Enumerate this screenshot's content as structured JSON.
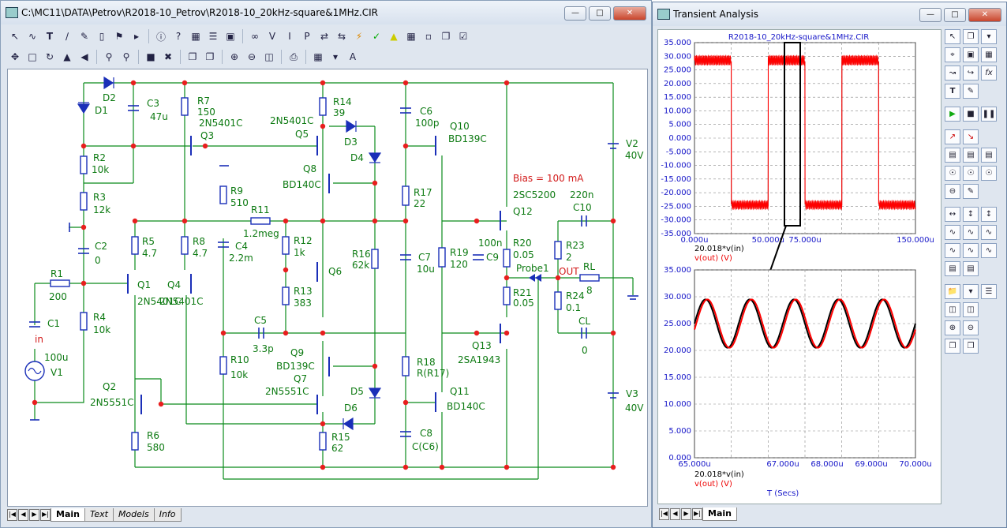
{
  "main_window": {
    "title": "C:\\MC11\\DATA\\Petrov\\R2018-10_Petrov\\R2018-10_20kHz-square&1MHz.CIR",
    "tabs": [
      "Main",
      "Text",
      "Models",
      "Info"
    ],
    "active_tab": "Main"
  },
  "schematic": {
    "components": [
      {
        "ref": "D2"
      },
      {
        "ref": "D1"
      },
      {
        "ref": "C3",
        "value": "47u"
      },
      {
        "ref": "R2",
        "value": "10k"
      },
      {
        "ref": "R3",
        "value": "12k"
      },
      {
        "ref": "C2",
        "value": "0"
      },
      {
        "ref": "R1",
        "value": "200"
      },
      {
        "ref": "R4",
        "value": "10k"
      },
      {
        "ref": "C1"
      },
      {
        "ref": "V1",
        "value": "100u"
      },
      {
        "ref": "R5",
        "value": "4.7"
      },
      {
        "ref": "Q1",
        "model": "2N5401C"
      },
      {
        "ref": "R8",
        "value": "4.7"
      },
      {
        "ref": "Q4",
        "model": "2N5401C"
      },
      {
        "ref": "R7",
        "value": "150"
      },
      {
        "ref": "Q3",
        "model": "2N5401C"
      },
      {
        "ref": "Q2",
        "model": "2N5551C"
      },
      {
        "ref": "R6",
        "value": "580"
      },
      {
        "ref": "R9",
        "value": "510"
      },
      {
        "ref": "C4",
        "value": "2.2m"
      },
      {
        "ref": "R10",
        "value": "10k"
      },
      {
        "ref": "R11",
        "value": "1.2meg"
      },
      {
        "ref": "R12",
        "value": "1k"
      },
      {
        "ref": "R13",
        "value": "383"
      },
      {
        "ref": "Q6"
      },
      {
        "ref": "C5",
        "value": "3.3p"
      },
      {
        "ref": "R14",
        "value": "39"
      },
      {
        "ref": "Q5",
        "model": "2N5401C"
      },
      {
        "ref": "D3"
      },
      {
        "ref": "D4"
      },
      {
        "ref": "Q8",
        "model": "BD140C"
      },
      {
        "ref": "R16",
        "value": "62k"
      },
      {
        "ref": "Q9",
        "model": "BD139C"
      },
      {
        "ref": "Q7",
        "model": "2N5551C"
      },
      {
        "ref": "D5"
      },
      {
        "ref": "D6"
      },
      {
        "ref": "R15",
        "value": "62"
      },
      {
        "ref": "C6",
        "value": "100p"
      },
      {
        "ref": "Q10",
        "model": "BD139C"
      },
      {
        "ref": "R17",
        "value": "22"
      },
      {
        "ref": "C7",
        "value": "10u"
      },
      {
        "ref": "R18",
        "value": "R(R17)"
      },
      {
        "ref": "Q11",
        "model": "BD140C"
      },
      {
        "ref": "C8",
        "value": "C(C6)"
      },
      {
        "ref": "R19",
        "value": "120"
      },
      {
        "ref": "C9",
        "value": "100n"
      },
      {
        "ref": "Q12",
        "model": "2SC5200"
      },
      {
        "ref": "R20",
        "value": "0.05"
      },
      {
        "ref": "R21",
        "value": "0.05"
      },
      {
        "ref": "Q13",
        "model": "2SA1943"
      },
      {
        "ref": "C10",
        "value": "220n"
      },
      {
        "ref": "R23",
        "value": "2"
      },
      {
        "ref": "R24",
        "value": "0.1"
      },
      {
        "ref": "CL",
        "value": "0"
      },
      {
        "ref": "RL",
        "value": "8"
      },
      {
        "ref": "V2",
        "value": "40V"
      },
      {
        "ref": "V3",
        "value": "40V"
      }
    ],
    "notes": {
      "bias": "Bias = 100 mA",
      "probe": "Probe1",
      "out": "OUT",
      "in_node": "in"
    }
  },
  "analysis_window": {
    "title": "Transient Analysis",
    "tab": "Main",
    "top_plot": {
      "title": "R2018-10_20kHz-square&1MHz.CIR",
      "y_ticks": [
        "35.000",
        "30.000",
        "25.000",
        "20.000",
        "15.000",
        "10.000",
        "5.000",
        "0.000",
        "-5.000",
        "-10.000",
        "-15.000",
        "-20.000",
        "-25.000",
        "-30.000",
        "-35.000"
      ],
      "x_ticks": [
        "0.000u",
        "50.000u",
        "75.000u",
        "150.000u"
      ],
      "trace1_label": "20.018*v(in)",
      "trace2_label": "v(out) (V)"
    },
    "bottom_plot": {
      "y_ticks": [
        "35.000",
        "30.000",
        "25.000",
        "20.000",
        "15.000",
        "10.000",
        "5.000",
        "0.000"
      ],
      "x_ticks": [
        "65.000u",
        "67.000u",
        "68.000u",
        "69.000u",
        "70.000u"
      ],
      "trace1_label": "20.018*v(in)",
      "trace2_label": "v(out) (V)",
      "x_label": "T (Secs)"
    }
  },
  "chart_data": [
    {
      "type": "line",
      "title": "R2018-10_20kHz-square&1MHz.CIR",
      "x_range_us": [
        0,
        150
      ],
      "ylim": [
        -35,
        35
      ],
      "series": [
        {
          "name": "20.018*v(in)",
          "color": "#000000",
          "description_values": {
            "high": 28.5,
            "low": -24.5,
            "period_us": 50
          }
        },
        {
          "name": "v(out) (V)",
          "color": "#ff0000",
          "description_values": {
            "high": 28.5,
            "low": -24.5,
            "period_us": 50
          }
        }
      ]
    },
    {
      "type": "line",
      "x_range_us": [
        65,
        70
      ],
      "ylim": [
        0,
        35
      ],
      "xlabel": "T (Secs)",
      "series": [
        {
          "name": "20.018*v(in)",
          "color": "#000000",
          "offset": 25.0,
          "amplitude": 4.5,
          "frequency_MHz": 1
        },
        {
          "name": "v(out) (V)",
          "color": "#ff0000",
          "offset": 25.0,
          "amplitude": 4.5,
          "frequency_MHz": 1
        }
      ]
    }
  ],
  "colors": {
    "wire": "#0b8b1b",
    "node": "#e81e1e",
    "component": "#1a2fb8",
    "label": "#0d7a12",
    "annotation": "#d21a1a",
    "axis_label": "#1616c8"
  }
}
